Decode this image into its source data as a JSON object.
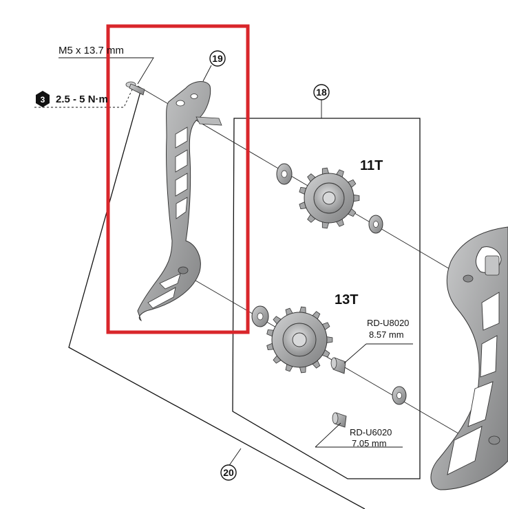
{
  "callouts": {
    "arm": "19",
    "pulley_set": "18",
    "cage": "20"
  },
  "bolt": {
    "size": "M5 x 13.7 mm",
    "torque_step": "3",
    "torque": "2.5 - 5 N·m"
  },
  "pulleys": {
    "upper_teeth": "11T",
    "lower_teeth": "13T"
  },
  "spacers": [
    {
      "model": "RD-U8020",
      "length": "8.57 mm"
    },
    {
      "model": "RD-U6020",
      "length": "7.05 mm"
    }
  ],
  "highlight_color": "#d9262b",
  "part_color": "#a9aaab"
}
